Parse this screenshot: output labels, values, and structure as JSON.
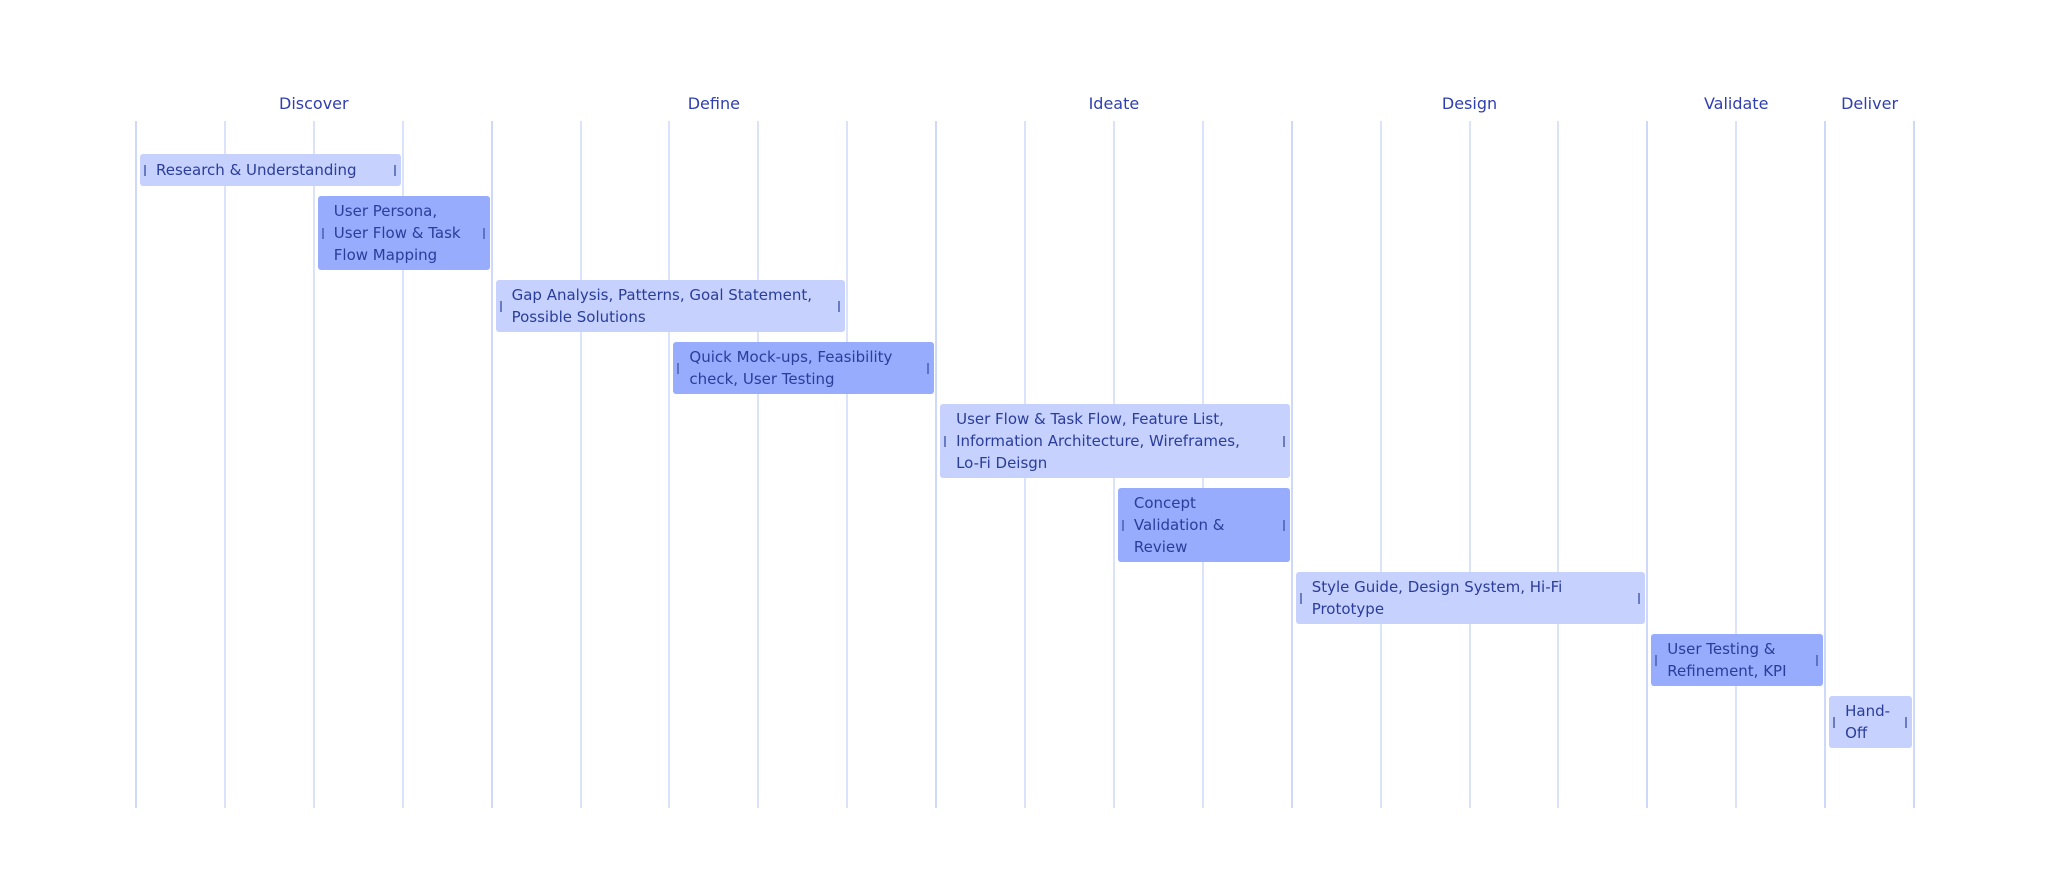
{
  "chart_data": {
    "type": "gantt",
    "x_unit": "week",
    "xlim": [
      0,
      20
    ],
    "phases": [
      {
        "label": "Discover",
        "start": 0,
        "end": 4
      },
      {
        "label": "Define",
        "start": 4,
        "end": 9
      },
      {
        "label": "Ideate",
        "start": 9,
        "end": 13
      },
      {
        "label": "Design",
        "start": 13,
        "end": 17
      },
      {
        "label": "Validate",
        "start": 17,
        "end": 19
      },
      {
        "label": "Deliver",
        "start": 19,
        "end": 20
      }
    ],
    "tasks": [
      {
        "label": "Research & Understanding",
        "start": 0,
        "end": 3,
        "shade": "light"
      },
      {
        "label": "User Persona, User Flow & Task Flow Mapping",
        "start": 2,
        "end": 4,
        "shade": "dark"
      },
      {
        "label": "Gap Analysis, Patterns, Goal Statement, Possible Solutions",
        "start": 4,
        "end": 8,
        "shade": "light"
      },
      {
        "label": "Quick Mock-ups, Feasibility check, User Testing",
        "start": 6,
        "end": 9,
        "shade": "dark"
      },
      {
        "label": "User Flow & Task Flow, Feature List, Information Architecture, Wireframes, Lo-Fi Deisgn",
        "start": 9,
        "end": 13,
        "shade": "light"
      },
      {
        "label": "Concept Validation & Review",
        "start": 11,
        "end": 13,
        "shade": "dark"
      },
      {
        "label": "Style Guide, Design System, Hi-Fi Prototype",
        "start": 13,
        "end": 17,
        "shade": "light"
      },
      {
        "label": "User Testing & Refinement, KPI",
        "start": 17,
        "end": 19,
        "shade": "dark"
      },
      {
        "label": "Hand-Off",
        "start": 19,
        "end": 20,
        "shade": "light"
      }
    ],
    "colors": {
      "light": "#c6d1fd",
      "dark": "#97acfd",
      "text": "#2a3d9a",
      "phase_label": "#2f3fb0",
      "grid": "#dbe3fb"
    },
    "grid": true,
    "legend": "none"
  }
}
